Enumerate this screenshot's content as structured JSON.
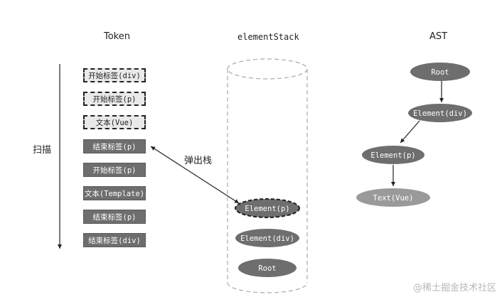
{
  "titles": {
    "token": "Token",
    "stack": "elementStack",
    "ast": "AST"
  },
  "scan_label": "扫描",
  "pop_label": "弹出栈",
  "tokens": [
    {
      "label": "开始标签(div)",
      "state": "pending"
    },
    {
      "label": "开始标签(p)",
      "state": "pending"
    },
    {
      "label": "文本(Vue)",
      "state": "pending"
    },
    {
      "label": "结束标签(p)",
      "state": "done"
    },
    {
      "label": "开始标签(p)",
      "state": "done"
    },
    {
      "label": "文本(Template)",
      "state": "done"
    },
    {
      "label": "结束标签(p)",
      "state": "done"
    },
    {
      "label": "结束标签(div)",
      "state": "done"
    }
  ],
  "stack_items": [
    {
      "label": "Element(p)",
      "popping": true
    },
    {
      "label": "Element(div)",
      "popping": false
    },
    {
      "label": "Root",
      "popping": false
    }
  ],
  "ast_nodes": [
    {
      "label": "Root"
    },
    {
      "label": "Element(div)"
    },
    {
      "label": "Element(p)"
    },
    {
      "label": "Text(Vue)"
    }
  ],
  "watermark": "@稀土掘金技术社区",
  "colors": {
    "node_dark": "#6e6e6e",
    "node_light": "#9a9a9a",
    "pending_fill": "#e9e9e9",
    "stroke": "#222222"
  }
}
